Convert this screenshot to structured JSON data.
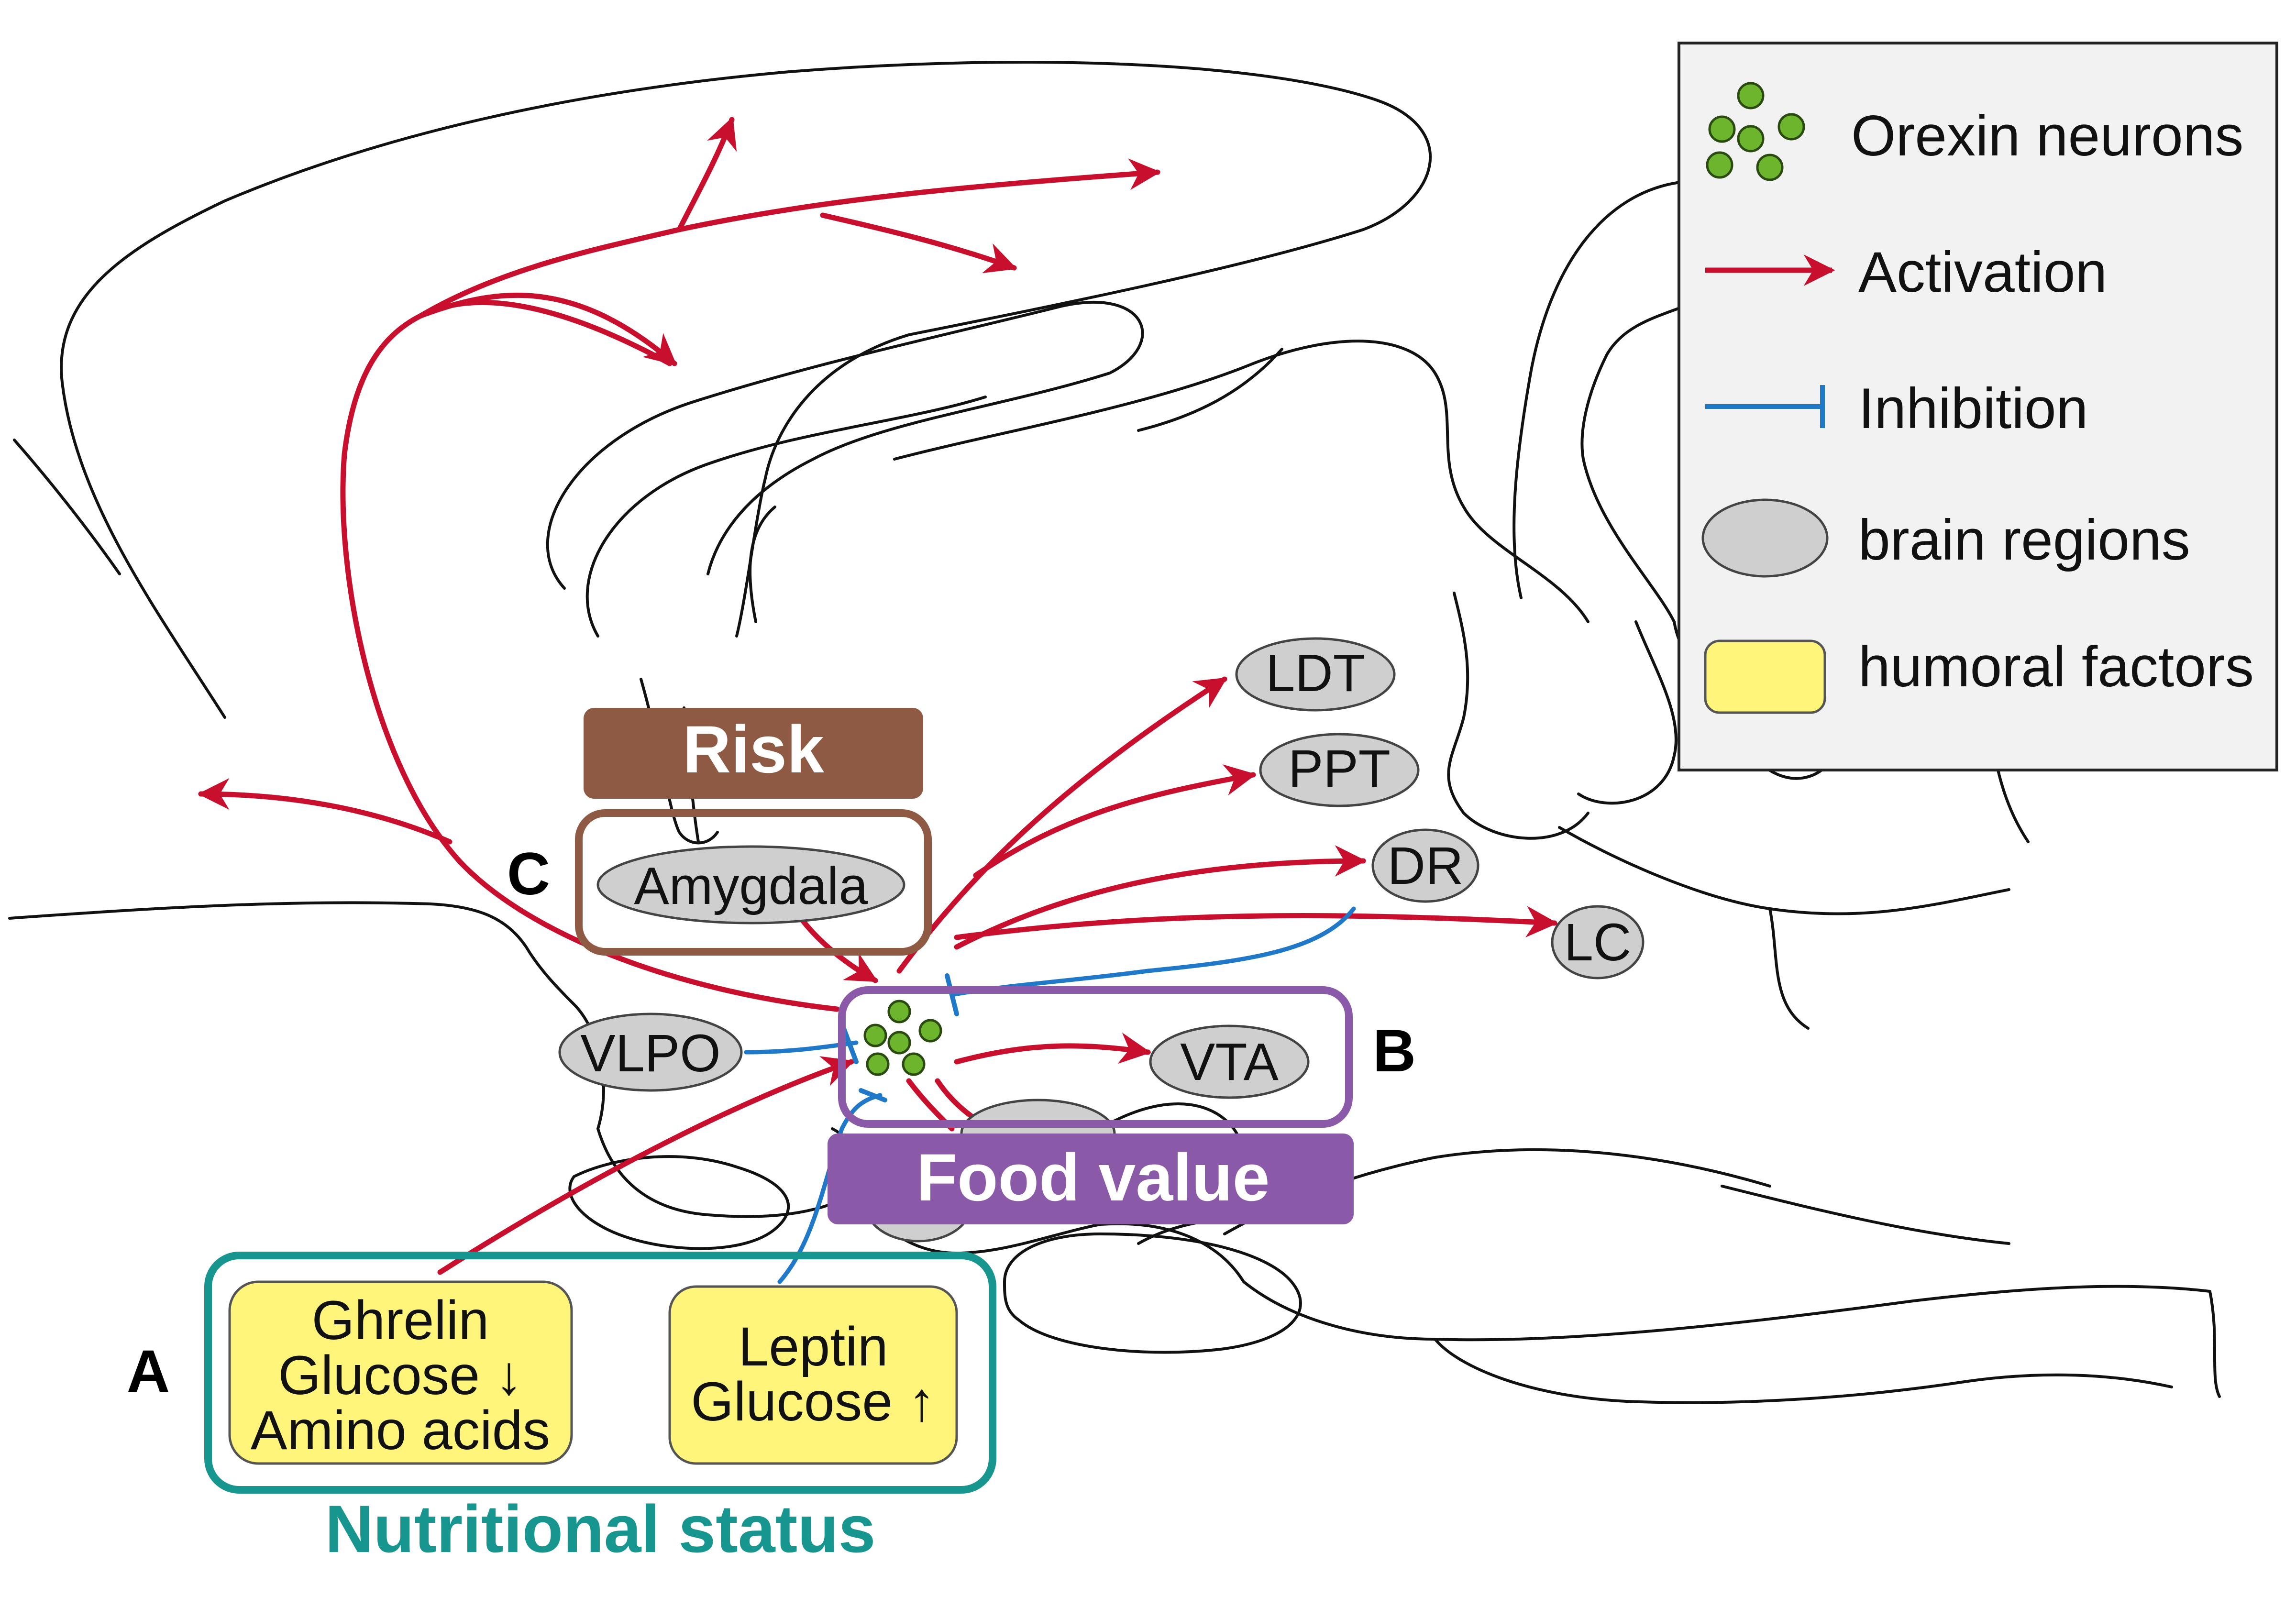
{
  "legend": {
    "orexin": "Orexin neurons",
    "activation": "Activation",
    "inhibition": "Inhibition",
    "regions": "brain regions",
    "humoral": "humoral factors"
  },
  "regions": {
    "ldt": "LDT",
    "ppt": "PPT",
    "dr": "DR",
    "lc": "LC",
    "vta": "VTA",
    "vlpo": "VLPO",
    "amygdala": "Amygdala"
  },
  "labels": {
    "risk": "Risk",
    "food_value": "Food value",
    "nutritional_status": "Nutritional status",
    "a": "A",
    "b": "B",
    "c": "C"
  },
  "humoral": {
    "left_lines": [
      "Ghrelin",
      "Glucose ↓",
      "Amino acids"
    ],
    "right_lines": [
      "Leptin",
      "Glucose ↑"
    ]
  },
  "colors": {
    "activation": "#c8102e",
    "inhibition": "#1f78c8",
    "orexin_fill": "#6db52c",
    "region_fill": "#cfcfcf",
    "humoral_fill": "#fff57a",
    "risk": "#8f5a43",
    "food_value": "#8a5aa8",
    "nutritional": "#16968f"
  }
}
